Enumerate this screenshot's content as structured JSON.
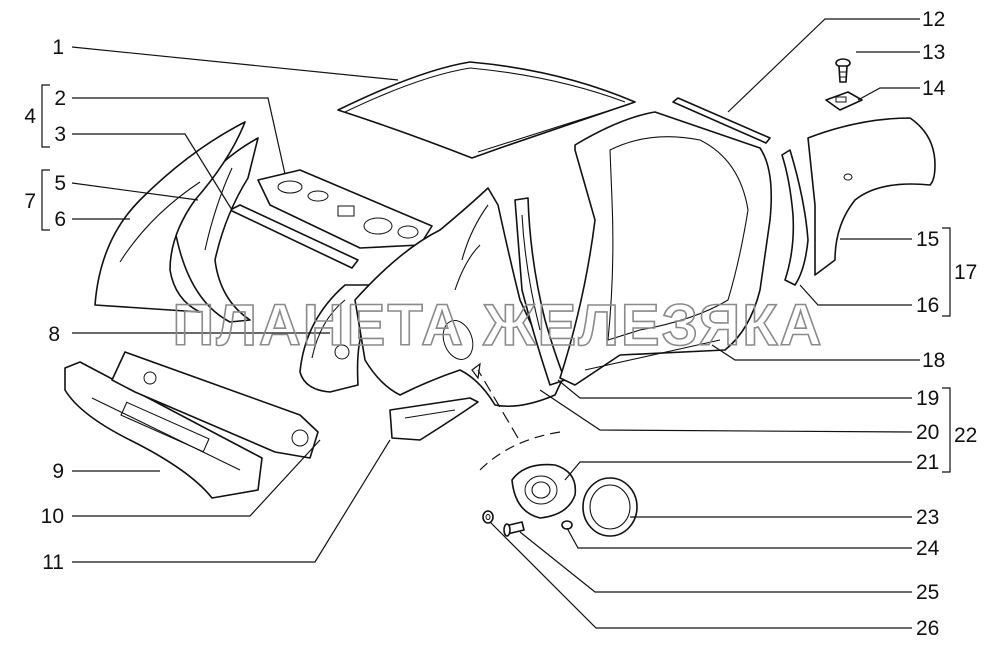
{
  "watermark": "ПЛАНЕТА ЖЕЛЕЗЯКА",
  "callouts": {
    "n1": "1",
    "n2": "2",
    "n3": "3",
    "n4": "4",
    "n5": "5",
    "n6": "6",
    "n7": "7",
    "n8": "8",
    "n9": "9",
    "n10": "10",
    "n11": "11",
    "n12": "12",
    "n13": "13",
    "n14": "14",
    "n15": "15",
    "n16": "16",
    "n17": "17",
    "n18": "18",
    "n19": "19",
    "n20": "20",
    "n21": "21",
    "n22": "22",
    "n23": "23",
    "n24": "24",
    "n25": "25",
    "n26": "26"
  }
}
